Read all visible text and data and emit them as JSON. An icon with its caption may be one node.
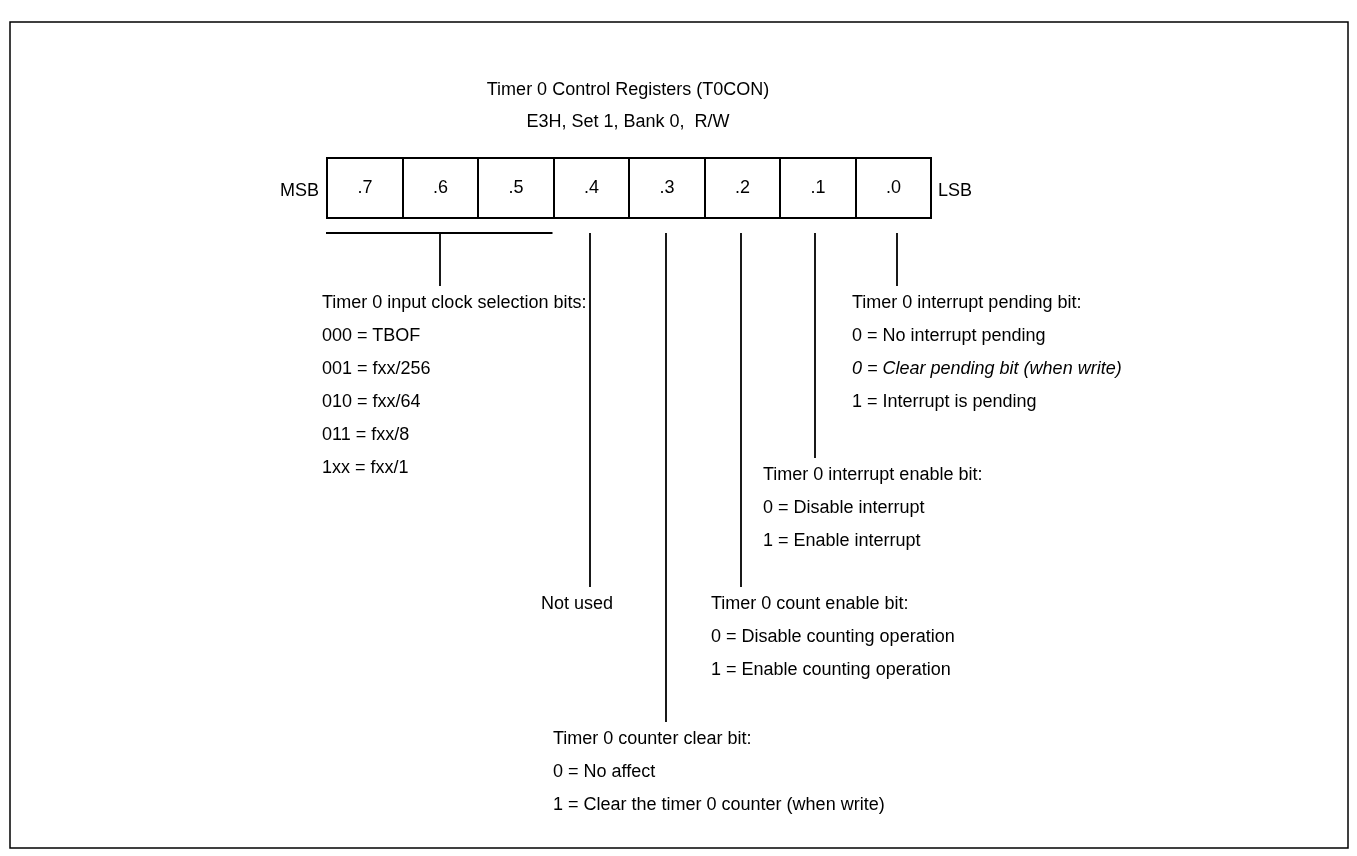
{
  "diagram": {
    "title": "Timer 0 Control Registers (T0CON)",
    "nodes": [
      {
        "text": [
          ".7"
        ]
      },
      {
        "text": [
          ".6"
        ]
      },
      {
        "text": [
          ".5"
        ]
      },
      {
        "text": [
          ".4"
        ]
      },
      {
        "text": [
          ".3"
        ]
      },
      {
        "text": [
          ".2"
        ]
      },
      {
        "text": [
          ".1"
        ]
      },
      {
        "text": [
          ".0"
        ]
      },
      {
        "text": [
          "Timer 0 input clock selection bits:",
          "000 = TBOF",
          "001 = fxx/256",
          "010 = fxx/64",
          "011 = fxx/8",
          "1xx = fxx/1"
        ]
      },
      {
        "text": [
          "Not used"
        ]
      },
      {
        "text": [
          "Timer 0 counter clear bit:",
          "0 = No affect",
          "1 = Clear the timer 0 counter (when write)"
        ]
      },
      {
        "text": [
          "Timer 0 count enable bit:",
          "0 = Disable counting operation",
          "1 = Enable counting operation"
        ]
      },
      {
        "text": [
          "Timer 0 interrupt enable bit:",
          "0 = Disable interrupt",
          "1 = Enable interrupt"
        ]
      },
      {
        "text": [
          "Timer 0 interrupt pending bit:",
          "0 = No interrupt pending",
          "0 = Clear pending bit (when write)",
          "1 = Interrupt is pending"
        ]
      }
    ],
    "edges": [
      {
        "from": 0,
        "to": 8,
        "arrow": "none"
      },
      {
        "from": 1,
        "to": 8,
        "arrow": "none"
      },
      {
        "from": 2,
        "to": 8,
        "arrow": "none"
      },
      {
        "from": 3,
        "to": 9,
        "arrow": "none"
      },
      {
        "from": 4,
        "to": 10,
        "arrow": "none"
      },
      {
        "from": 5,
        "to": 11,
        "arrow": "none"
      },
      {
        "from": 6,
        "to": 12,
        "arrow": "none"
      },
      {
        "from": 7,
        "to": 13,
        "arrow": "none"
      }
    ],
    "labels": [
      "E3H, Set 1, Bank 0,  R/W",
      "MSB",
      "LSB"
    ]
  }
}
